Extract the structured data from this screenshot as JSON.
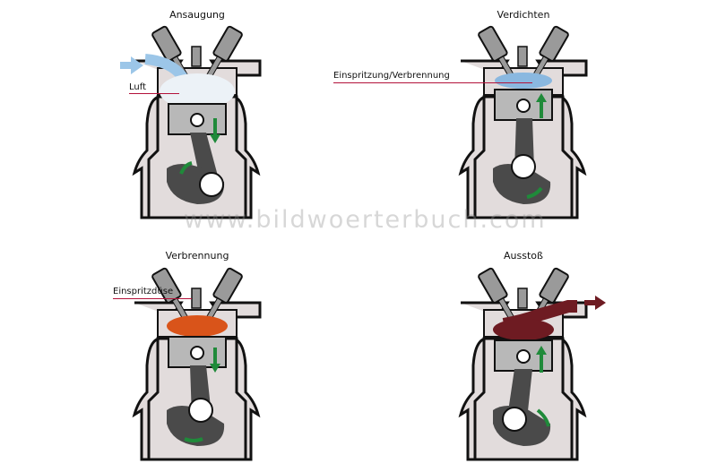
{
  "panels": [
    {
      "title": "Ansaugung",
      "callout": "Luft"
    },
    {
      "title": "Verdichten",
      "callout": "Einspritzung/Verbrennung"
    },
    {
      "title": "Verbrennung",
      "callout": "Einspritzdüse"
    },
    {
      "title": "Ausstoß",
      "callout": ""
    }
  ],
  "watermark": "www.bildwoerterbuch.com",
  "colors": {
    "block": "#e2dcdc",
    "outline": "#111111",
    "metal": "#9a9a9a",
    "piston": "#b8b8b8",
    "crank": "#4a4a4a",
    "arrow_motion": "#1f8a3a",
    "intake_air": "#9cc6e8",
    "compressed_air": "#8ab8e0",
    "combustion": "#d9541a",
    "exhaust": "#6e1b22",
    "callout_line": "#b3123a"
  }
}
